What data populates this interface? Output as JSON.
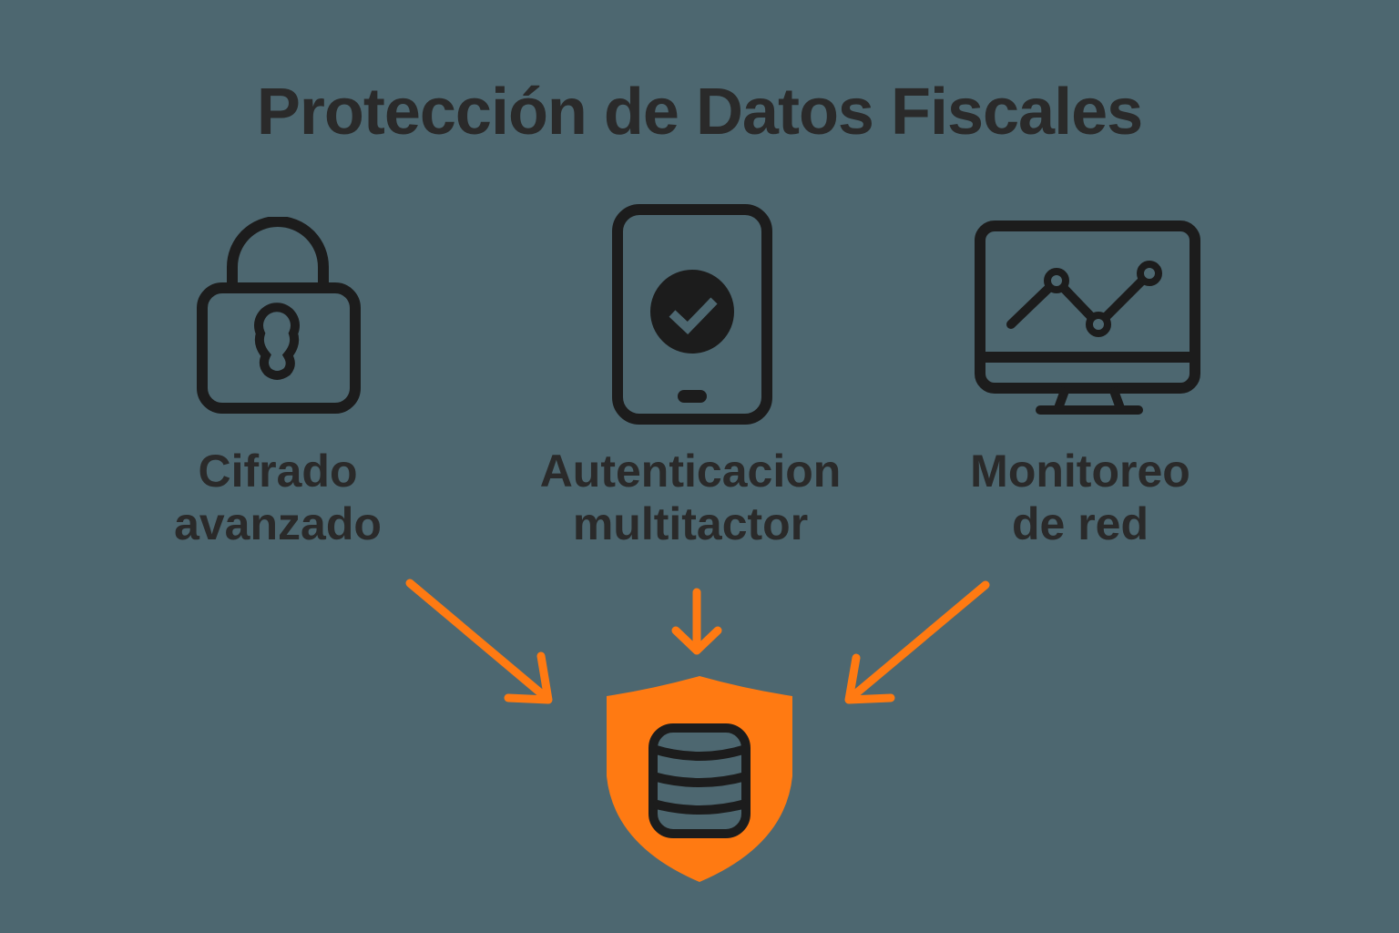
{
  "title": "Protección de Datos Fiscales",
  "items": [
    {
      "icon": "lock-icon",
      "line1": "Cifrado",
      "line2": "avanzado"
    },
    {
      "icon": "smartphone-check-icon",
      "line1": "Autenticacion",
      "line2": "multitactor"
    },
    {
      "icon": "monitor-chart-icon",
      "line1": "Monitoreo",
      "line2": "de red"
    }
  ],
  "center": {
    "icon": "shield-database-icon"
  },
  "colors": {
    "background": "#4d6770",
    "text": "#2a2a2a",
    "accent": "#ff7a12"
  }
}
